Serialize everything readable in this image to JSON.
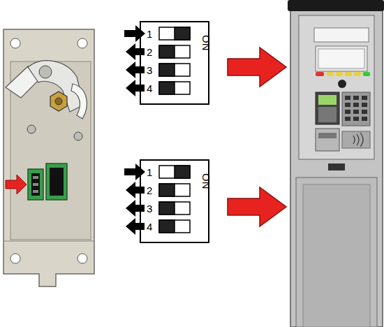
{
  "diagram": {
    "nodes": [
      {
        "text": [
          "1",
          "2",
          "3",
          "4",
          "ON"
        ]
      },
      {
        "text": [
          "1",
          "2",
          "3",
          "4",
          "ON"
        ]
      }
    ],
    "edges": []
  }
}
